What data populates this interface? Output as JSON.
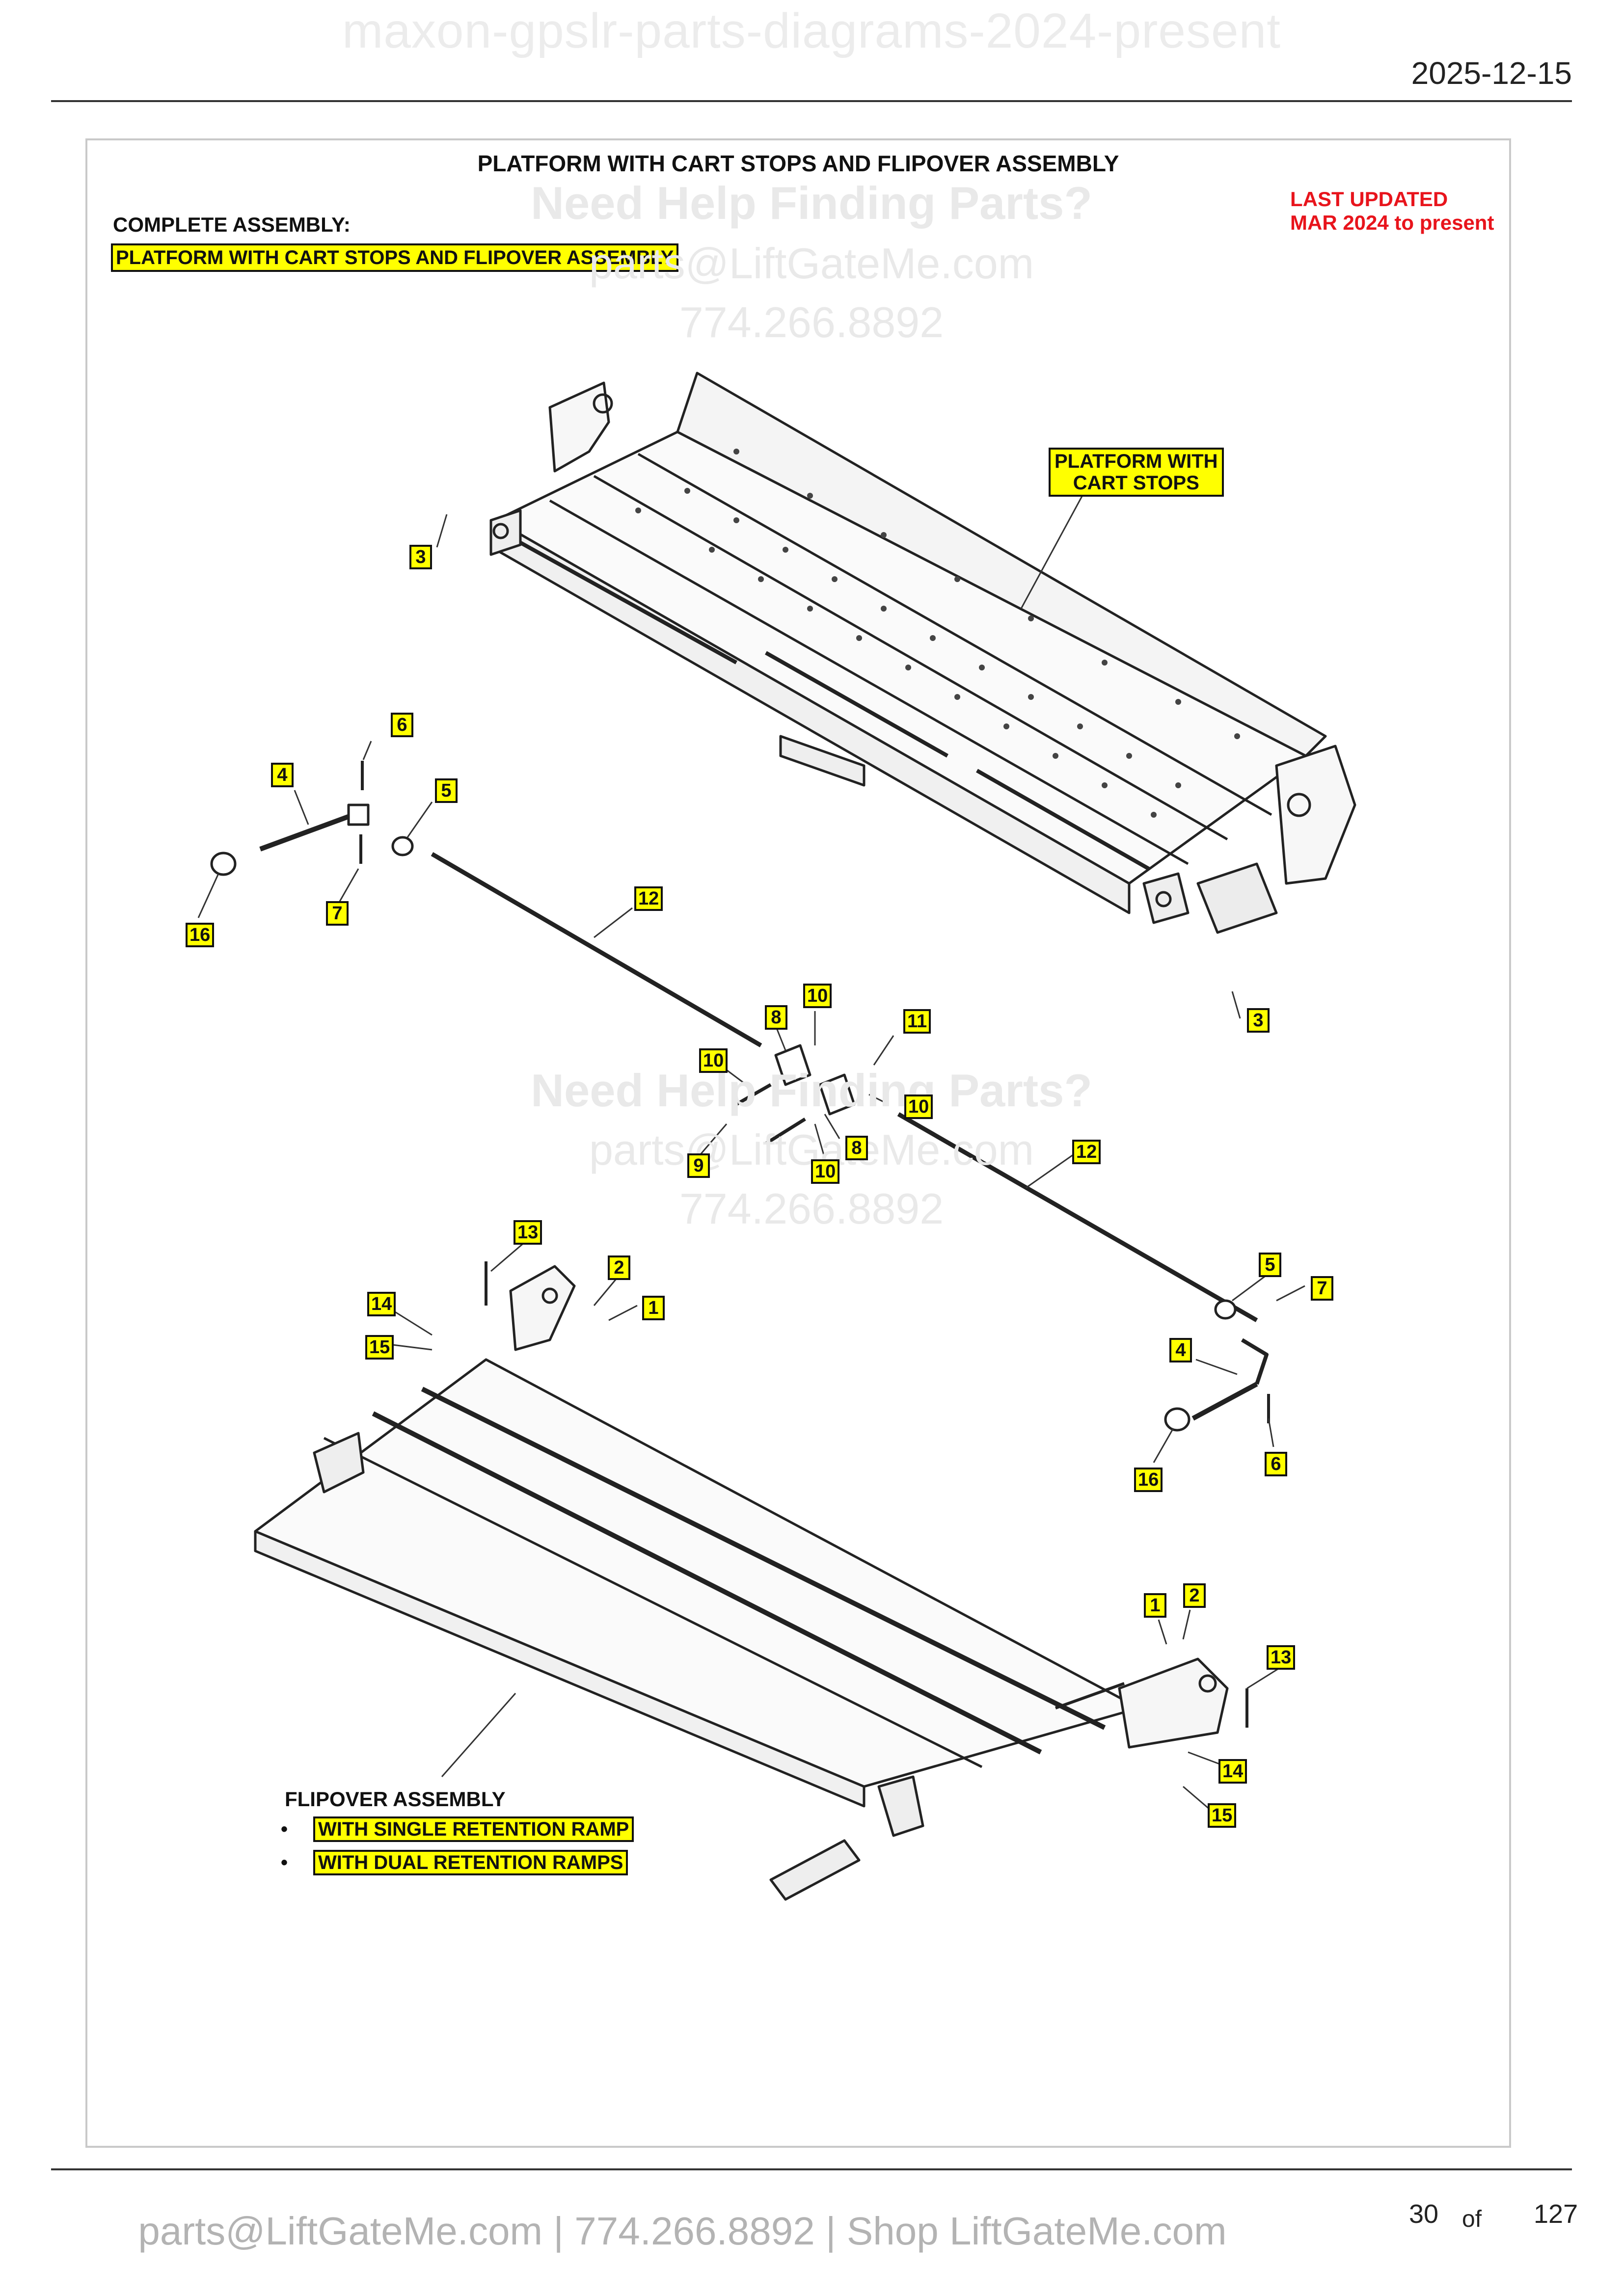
{
  "header": {
    "watermark": "maxon-gpslr-parts-diagrams-2024-present",
    "date": "2025-12-15"
  },
  "diagram": {
    "title": "PLATFORM WITH CART STOPS AND FLIPOVER ASSEMBLY",
    "complete_assembly_heading": "COMPLETE ASSEMBLY:",
    "complete_assembly_item": "PLATFORM WITH CART STOPS AND FLIPOVER ASSEMBLY",
    "last_updated_line1": "LAST UPDATED",
    "last_updated_line2": "MAR 2024 to present",
    "platform_label_line1": "PLATFORM WITH",
    "platform_label_line2": "CART STOPS",
    "flipover_heading": "FLIPOVER ASSEMBLY",
    "flipover_options": [
      "WITH SINGLE RETENTION RAMP",
      "WITH DUAL RETENTION RAMPS"
    ],
    "bullet": "•",
    "callouts": [
      "3",
      "6",
      "4",
      "5",
      "7",
      "16",
      "12",
      "3",
      "10",
      "8",
      "11",
      "10",
      "10",
      "9",
      "8",
      "10",
      "12",
      "13",
      "2",
      "1",
      "14",
      "15",
      "5",
      "7",
      "4",
      "6",
      "16",
      "1",
      "2",
      "13",
      "14",
      "15"
    ]
  },
  "watermarks": {
    "help": "Need Help Finding Parts?",
    "email": "parts@LiftGateMe.com",
    "phone": "774.266.8892"
  },
  "footer": {
    "contact": "parts@LiftGateMe.com | 774.266.8892 | Shop LiftGateMe.com",
    "page": "30",
    "of": "of",
    "total": "127"
  }
}
